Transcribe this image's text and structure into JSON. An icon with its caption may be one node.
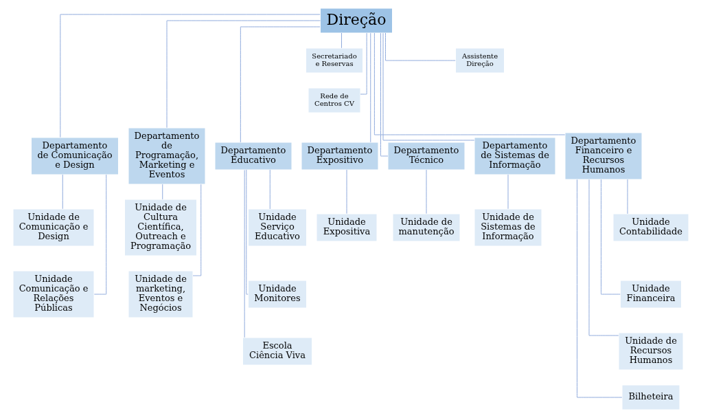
{
  "diagram": {
    "nodes": [
      {
        "text": [
          "Direção"
        ]
      },
      {
        "text": [
          "Secretariado e Reservas"
        ]
      },
      {
        "text": [
          "Assistente Direção"
        ]
      },
      {
        "text": [
          "Rede de Centros CV"
        ]
      },
      {
        "text": [
          "Departamento de Comunicação e Design"
        ]
      },
      {
        "text": [
          "Departamento de Programação, Marketing e Eventos"
        ]
      },
      {
        "text": [
          "Departamento Educativo"
        ]
      },
      {
        "text": [
          "Departamento Expositivo"
        ]
      },
      {
        "text": [
          "Departamento Técnico"
        ]
      },
      {
        "text": [
          "Departamento de Sistemas de Informação"
        ]
      },
      {
        "text": [
          "Departamento Financeiro e Recursos Humanos"
        ]
      },
      {
        "text": [
          "Unidade de Comunicação e Design"
        ]
      },
      {
        "text": [
          "Unidade Comunicação e Relações Públicas"
        ]
      },
      {
        "text": [
          "Unidade de Cultura Científica, Outreach e Programação"
        ]
      },
      {
        "text": [
          "Unidade de marketing, Eventos e Negócios"
        ]
      },
      {
        "text": [
          "Unidade Serviço Educativo"
        ]
      },
      {
        "text": [
          "Unidade Monitores"
        ]
      },
      {
        "text": [
          "Escola Ciência Viva"
        ]
      },
      {
        "text": [
          "Unidade Expositiva"
        ]
      },
      {
        "text": [
          "Unidade de manutenção"
        ]
      },
      {
        "text": [
          "Unidade de Sistemas de Informação"
        ]
      },
      {
        "text": [
          "Unidade Contabilidade"
        ]
      },
      {
        "text": [
          "Unidade Financeira"
        ]
      },
      {
        "text": [
          "Unidade de Recursos Humanos"
        ]
      },
      {
        "text": [
          "Bilheteira"
        ]
      }
    ],
    "edges": [
      {
        "from": 0,
        "to": 1,
        "arrow": "none"
      },
      {
        "from": 0,
        "to": 2,
        "arrow": "none"
      },
      {
        "from": 0,
        "to": 3,
        "arrow": "none"
      },
      {
        "from": 0,
        "to": 4,
        "arrow": "none"
      },
      {
        "from": 0,
        "to": 5,
        "arrow": "none"
      },
      {
        "from": 0,
        "to": 6,
        "arrow": "none"
      },
      {
        "from": 0,
        "to": 7,
        "arrow": "none"
      },
      {
        "from": 0,
        "to": 8,
        "arrow": "none"
      },
      {
        "from": 0,
        "to": 9,
        "arrow": "none"
      },
      {
        "from": 0,
        "to": 10,
        "arrow": "none"
      },
      {
        "from": 4,
        "to": 11,
        "arrow": "none"
      },
      {
        "from": 4,
        "to": 12,
        "arrow": "none"
      },
      {
        "from": 5,
        "to": 13,
        "arrow": "none"
      },
      {
        "from": 5,
        "to": 14,
        "arrow": "none"
      },
      {
        "from": 6,
        "to": 15,
        "arrow": "none"
      },
      {
        "from": 6,
        "to": 16,
        "arrow": "none"
      },
      {
        "from": 6,
        "to": 17,
        "arrow": "none"
      },
      {
        "from": 7,
        "to": 18,
        "arrow": "none"
      },
      {
        "from": 8,
        "to": 19,
        "arrow": "none"
      },
      {
        "from": 9,
        "to": 20,
        "arrow": "none"
      },
      {
        "from": 10,
        "to": 21,
        "arrow": "none"
      },
      {
        "from": 10,
        "to": 22,
        "arrow": "none"
      },
      {
        "from": 10,
        "to": 23,
        "arrow": "none"
      },
      {
        "from": 10,
        "to": 24,
        "arrow": "none"
      }
    ]
  }
}
